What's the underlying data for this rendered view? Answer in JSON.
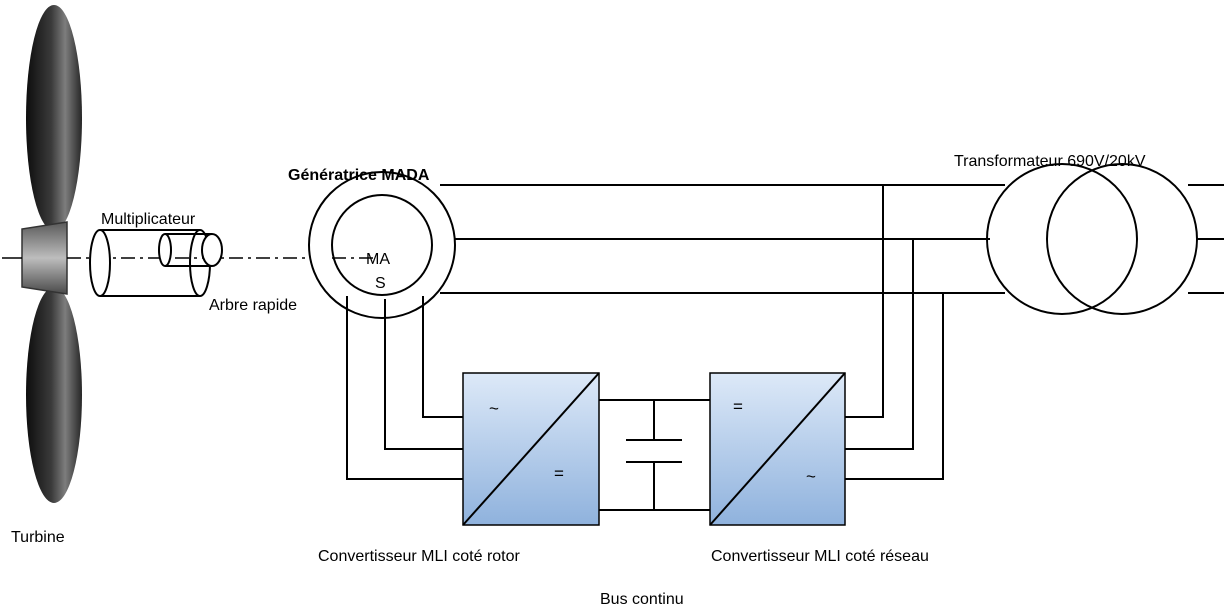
{
  "labels": {
    "turbine": "Turbine",
    "multiplier": "Multiplicateur",
    "fast_shaft": "Arbre rapide",
    "generator": "Génératrice MADA",
    "machine_line1": "MA",
    "machine_line2": "S",
    "transformer": "Transformateur 690V/20kV",
    "rotor_converter": "Convertisseur MLI coté rotor",
    "grid_converter": "Convertisseur MLI coté réseau",
    "dc_bus": "Bus continu"
  },
  "converter_symbols": {
    "rotor_in": "~",
    "rotor_out": "=",
    "grid_in": "=",
    "grid_out": "~"
  },
  "colors": {
    "blade_dark": "#1a1a1a",
    "blade_light": "#8a8a8a",
    "converter_top": "#dde9f8",
    "converter_bottom": "#8fb2dd",
    "line": "#000000"
  }
}
